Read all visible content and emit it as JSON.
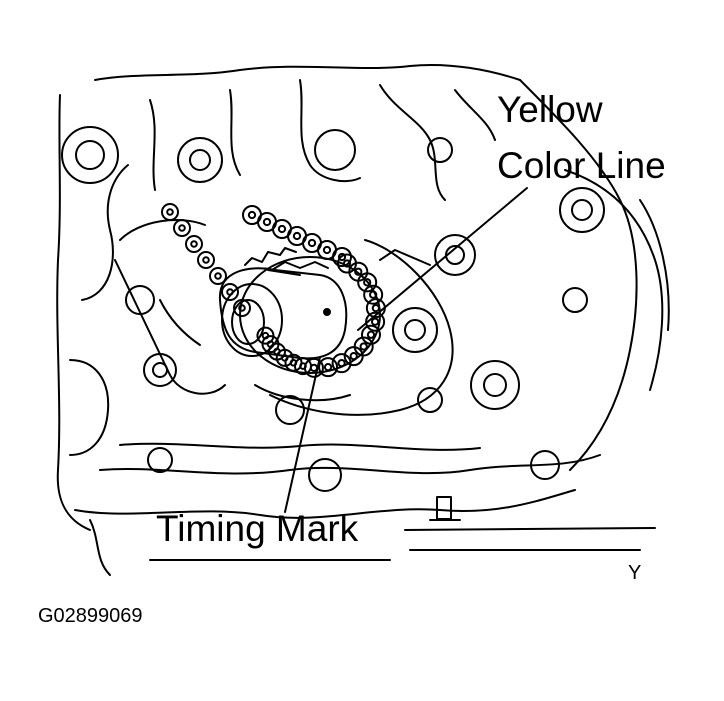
{
  "callouts": {
    "yellow_color_line": [
      "Yellow",
      "Color Line"
    ],
    "timing_mark": "Timing Mark"
  },
  "view_letter": "Y",
  "figure_id": "G02899069",
  "colors": {
    "ink": "#000000",
    "background": "#ffffff"
  }
}
